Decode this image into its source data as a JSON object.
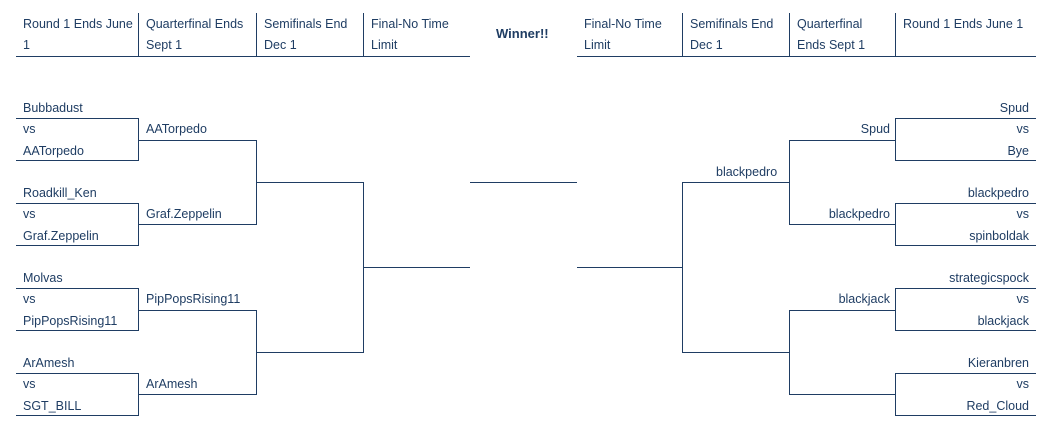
{
  "left_header": [
    "Round 1 Ends June 1",
    "Quarterfinal Ends Sept 1",
    "Semifinals End Dec 1",
    "Final-No Time Limit"
  ],
  "right_header": [
    "Final-No Time Limit",
    "Semifinals End Dec 1",
    "Quarterfinal Ends Sept 1",
    "Round 1 Ends June 1"
  ],
  "winner_label": "Winner!!",
  "left": {
    "round1": [
      {
        "top": "Bubbadust",
        "vs": "vs",
        "bottom": "AATorpedo"
      },
      {
        "top": "Roadkill_Ken",
        "vs": "vs",
        "bottom": "Graf.Zeppelin"
      },
      {
        "top": "Molvas",
        "vs": "vs",
        "bottom": "PipPopsRising11"
      },
      {
        "top": "ArAmesh",
        "vs": "vs",
        "bottom": "SGT_BILL"
      }
    ],
    "quarterfinals": [
      "AATorpedo",
      "Graf.Zeppelin",
      "PipPopsRising11",
      "ArAmesh"
    ]
  },
  "right": {
    "round1": [
      {
        "top": "Spud",
        "vs": "vs",
        "bottom": "Bye"
      },
      {
        "top": "blackpedro",
        "vs": "vs",
        "bottom": "spinboldak"
      },
      {
        "top": "strategicspock",
        "vs": "vs",
        "bottom": "blackjack"
      },
      {
        "top": "Kieranbren",
        "vs": "vs",
        "bottom": "Red_Cloud"
      }
    ],
    "quarterfinals": [
      "Spud",
      "blackpedro",
      "blackjack",
      ""
    ],
    "semifinals": [
      "blackpedro",
      ""
    ]
  }
}
